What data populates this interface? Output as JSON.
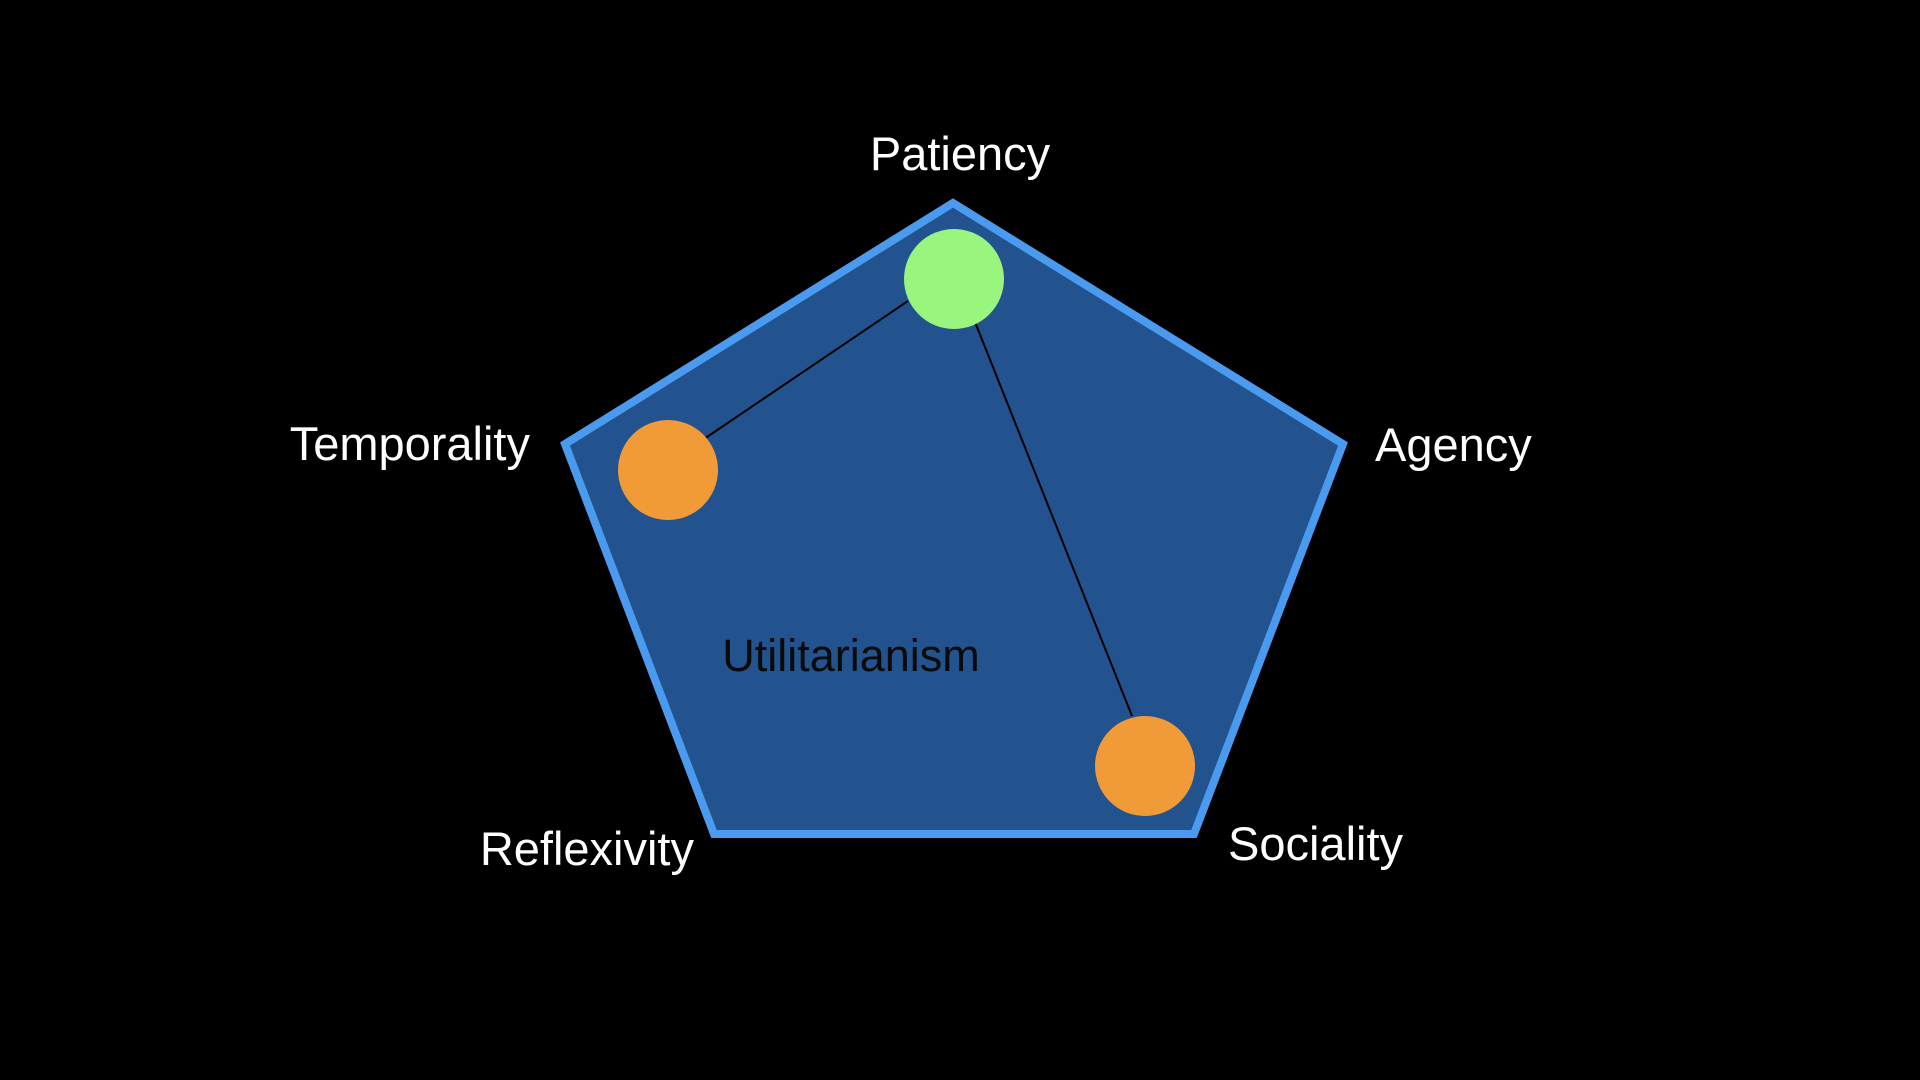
{
  "diagram": {
    "vertices": {
      "patiency": "Patiency",
      "agency": "Agency",
      "sociality": "Sociality",
      "reflexivity": "Reflexivity",
      "temporality": "Temporality"
    },
    "center_label": "Utilitarianism",
    "colors": {
      "background": "#000000",
      "pentagon_fill": "#23538e",
      "pentagon_stroke": "#4a9bf0",
      "node_primary": "#99f57e",
      "node_secondary": "#f09a38",
      "connector": "#000000",
      "label_text": "#ffffff",
      "center_text": "#0a0a0a"
    }
  }
}
